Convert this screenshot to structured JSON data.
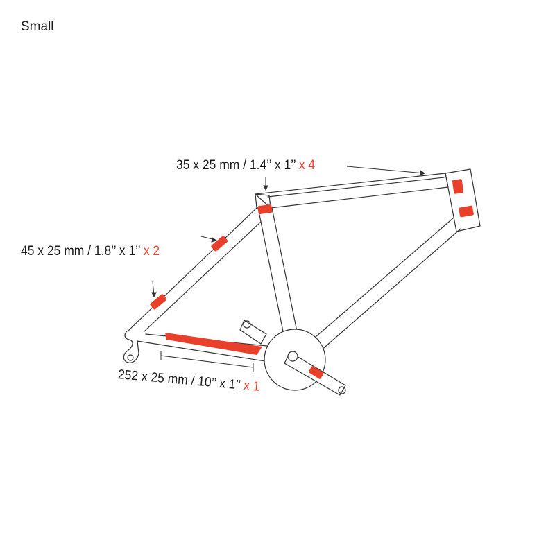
{
  "title": "Small",
  "labels": {
    "top": {
      "size": "35 x 25 mm / 1.4’’ x 1’’",
      "qty": "x 4"
    },
    "left": {
      "size": "45 x 25 mm / 1.8’’ x 1’’",
      "qty": "x 2"
    },
    "bottom": {
      "size": "252 x 25 mm / 10’’ x 1’’",
      "qty": "x 1"
    }
  },
  "colors": {
    "accent": "#e8402a",
    "outline": "#333333",
    "text": "#1a1a1a"
  }
}
